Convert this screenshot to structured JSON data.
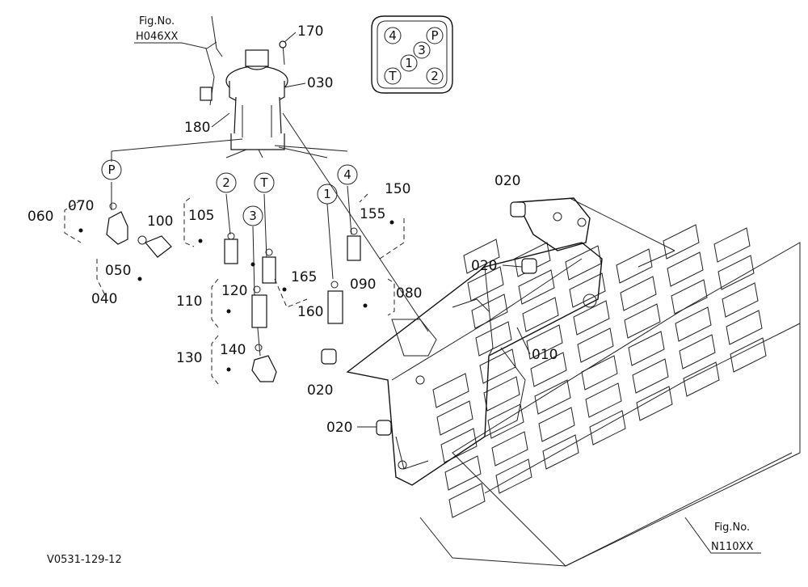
{
  "fig_refs": {
    "top": [
      "Fig.No.",
      "H046XX"
    ],
    "bottom": [
      "Fig.No.",
      "N110XX"
    ]
  },
  "footer_code": "V0531-129-12",
  "port_diagram": {
    "ports": [
      "4",
      "P",
      "1",
      "3",
      "T",
      "2"
    ]
  },
  "port_circles": [
    "P",
    "2",
    "T",
    "3",
    "1",
    "4"
  ],
  "part_labels": {
    "p170": "170",
    "p030": "030",
    "p180": "180",
    "p060": "060",
    "p070": "070",
    "p050": "050",
    "p040": "040",
    "p100": "100",
    "p105": "105",
    "p150": "150",
    "p155": "155",
    "p165": "165",
    "p160": "160",
    "p090": "090",
    "p080": "080",
    "p110": "110",
    "p120": "120",
    "p130": "130",
    "p140": "140",
    "p010": "010",
    "p020a": "020",
    "p020b": "020",
    "p020c": "020",
    "p020d": "020"
  }
}
